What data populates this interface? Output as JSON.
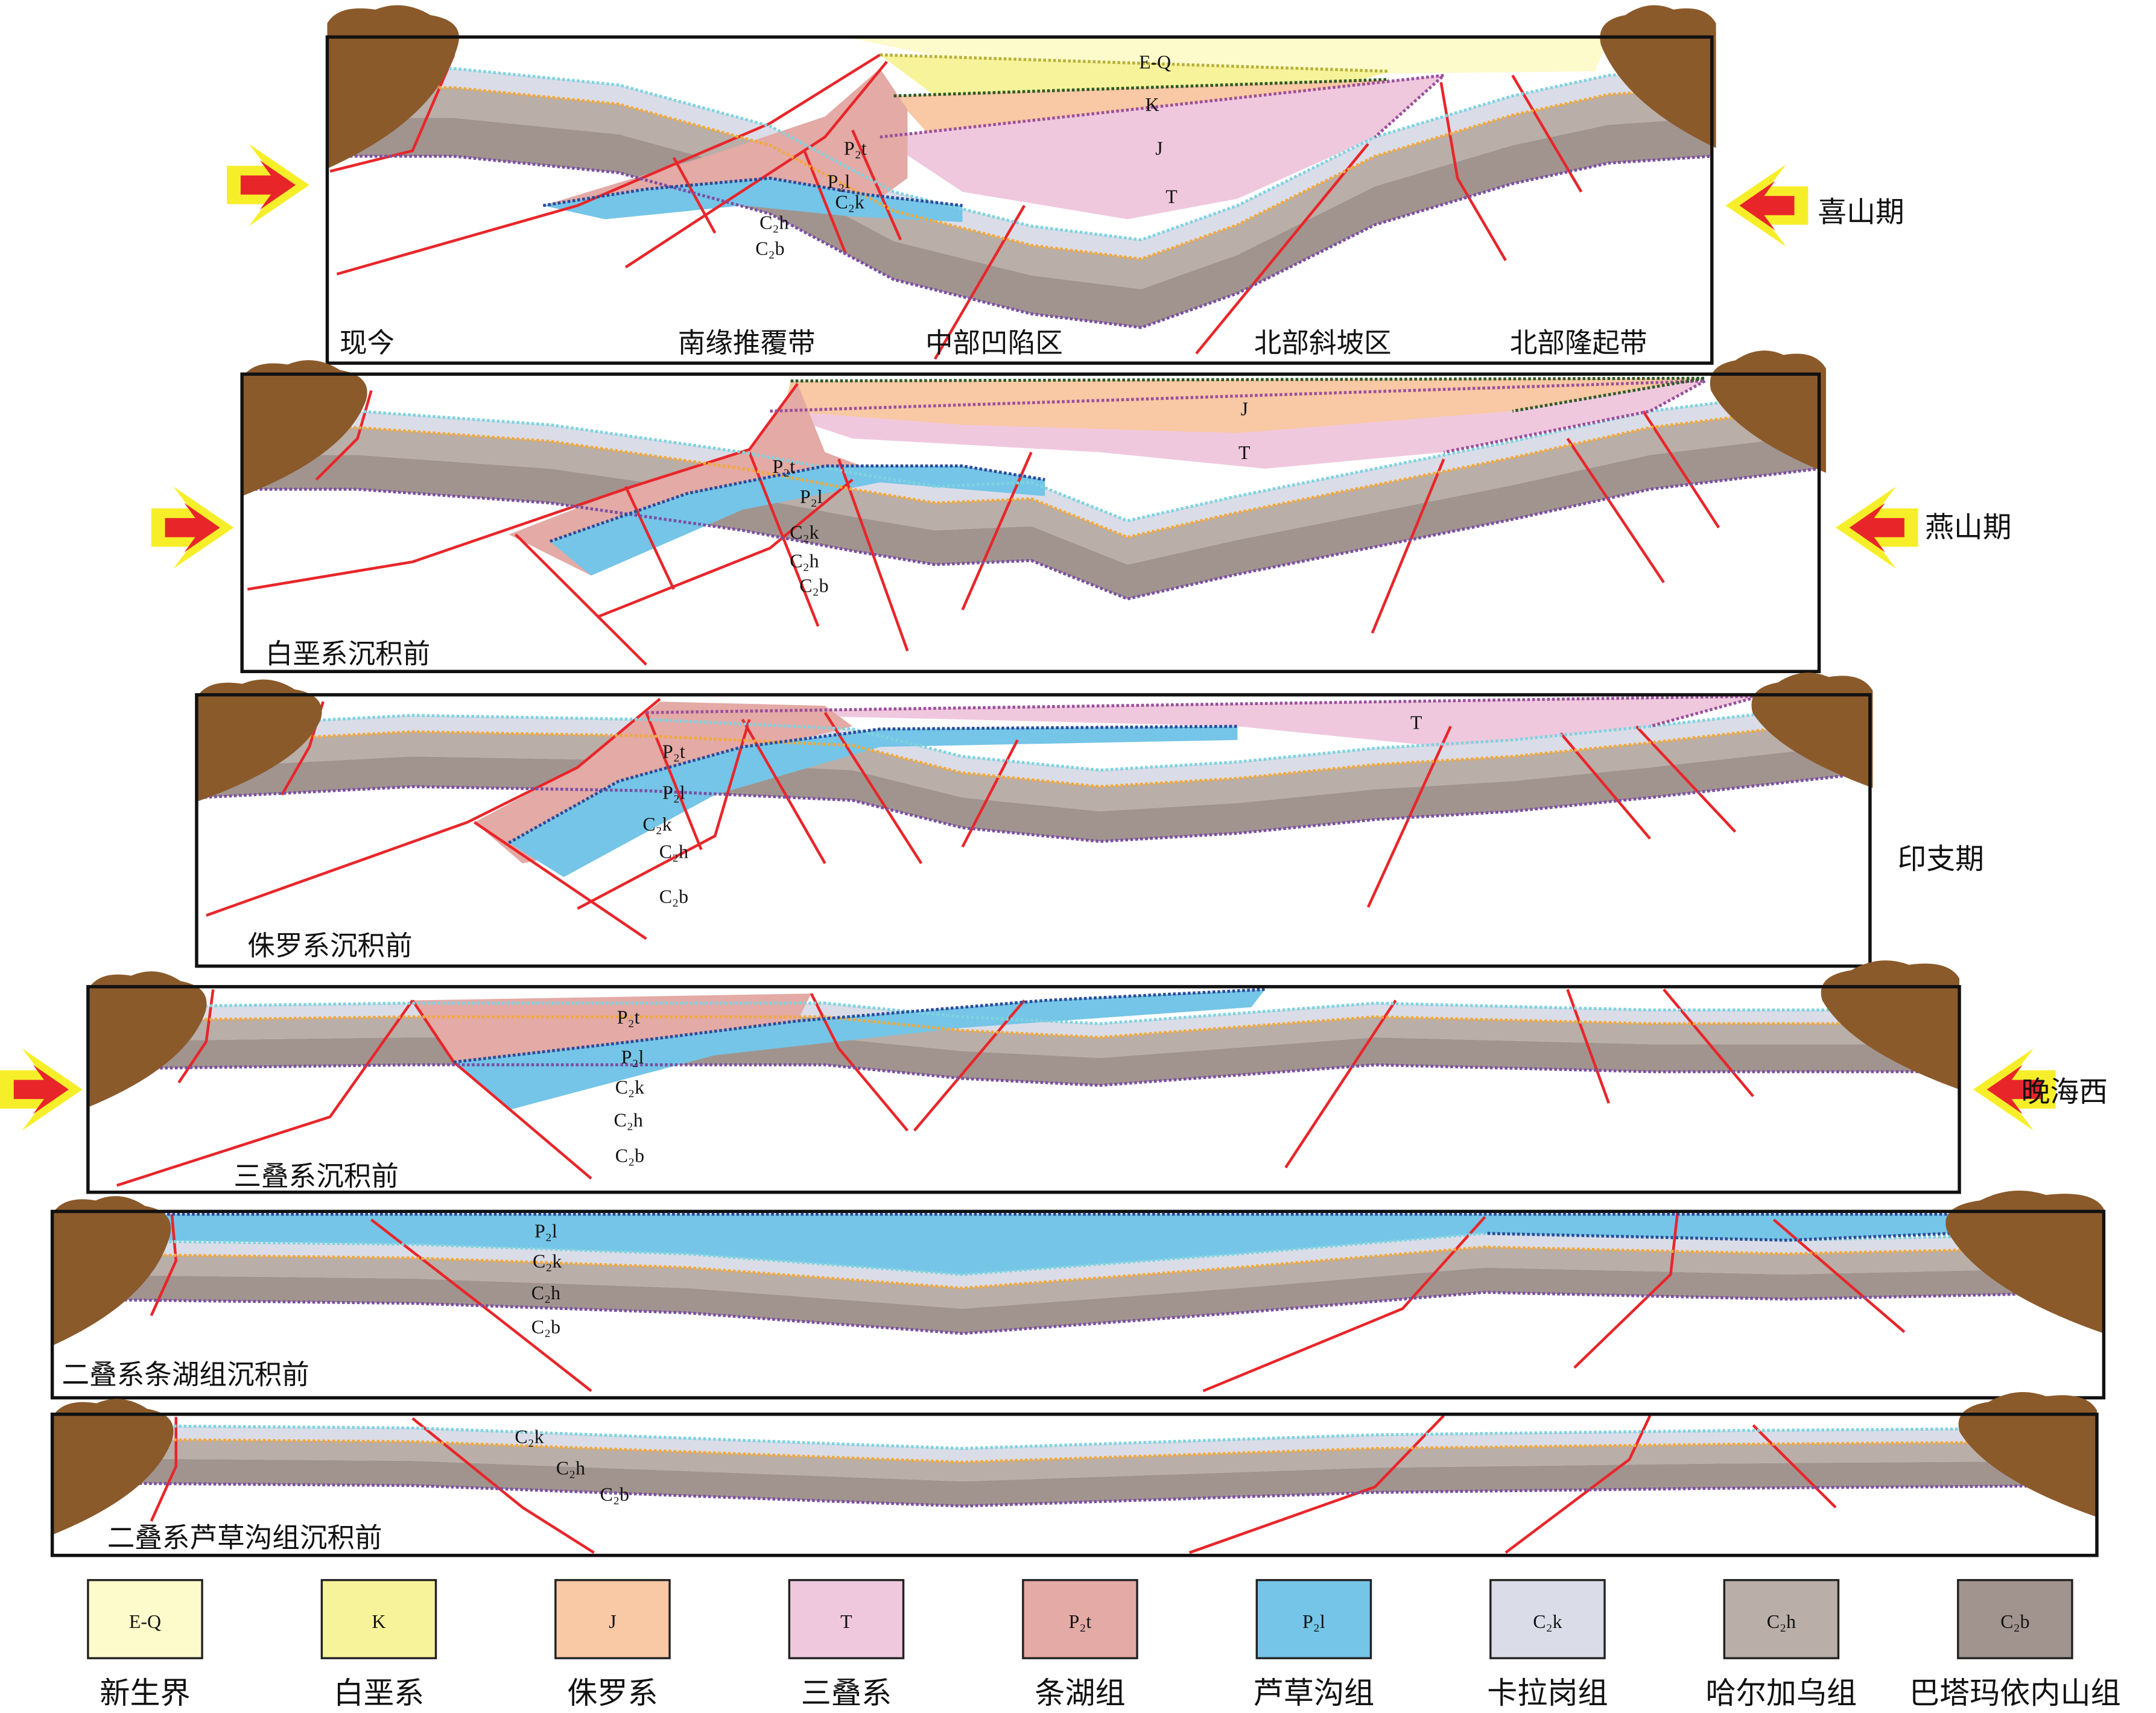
{
  "panels": [
    {
      "stage": "现今",
      "period": "喜山期",
      "zones": [
        "南缘推覆带",
        "中部凹陷区",
        "北部斜坡区",
        "北部隆起带"
      ],
      "strata_labels": [
        "E-Q",
        "K",
        "J",
        "T",
        "P₂t",
        "P₂l",
        "C₂k",
        "C₂h",
        "C₂b"
      ]
    },
    {
      "stage": "白垩系沉积前",
      "period": "燕山期",
      "strata_labels": [
        "J",
        "T",
        "P₂t",
        "P₂l",
        "C₂k",
        "C₂h",
        "C₂b"
      ]
    },
    {
      "stage": "侏罗系沉积前",
      "period": "印支期",
      "strata_labels": [
        "T",
        "P₂t",
        "P₂l",
        "C₂k",
        "C₂h",
        "C₂b"
      ]
    },
    {
      "stage": "三叠系沉积前",
      "period": "晚海西",
      "strata_labels": [
        "P₂t",
        "P₂l",
        "C₂k",
        "C₂h",
        "C₂b"
      ]
    },
    {
      "stage": "二叠系条湖组沉积前",
      "strata_labels": [
        "P₂l",
        "C₂k",
        "C₂h",
        "C₂b"
      ]
    },
    {
      "stage": "二叠系芦草沟组沉积前",
      "strata_labels": [
        "C₂k",
        "C₂h",
        "C₂b"
      ]
    }
  ],
  "legend": [
    {
      "code": "E-Q",
      "name": "新生界",
      "color": "#fdfacb"
    },
    {
      "code": "K",
      "name": "白垩系",
      "color": "#f7f39a"
    },
    {
      "code": "J",
      "name": "侏罗系",
      "color": "#f9c8a4"
    },
    {
      "code": "T",
      "name": "三叠系",
      "color": "#f0c8de"
    },
    {
      "code": "P₂t",
      "name": "条湖组",
      "color": "#e3aaa6"
    },
    {
      "code": "P₂l",
      "name": "芦草沟组",
      "color": "#74c5e7"
    },
    {
      "code": "C₂k",
      "name": "卡拉岗组",
      "color": "#dadde8"
    },
    {
      "code": "C₂h",
      "name": "哈尔加乌组",
      "color": "#b9aea8"
    },
    {
      "code": "C₂b",
      "name": "巴塔玛依内山组",
      "color": "#a1948f"
    }
  ],
  "colors": {
    "fault": "#e8262a",
    "mountain": "#8b5a2b",
    "arrow_outer": "#f7ee2a",
    "arrow_inner": "#e8262a"
  }
}
